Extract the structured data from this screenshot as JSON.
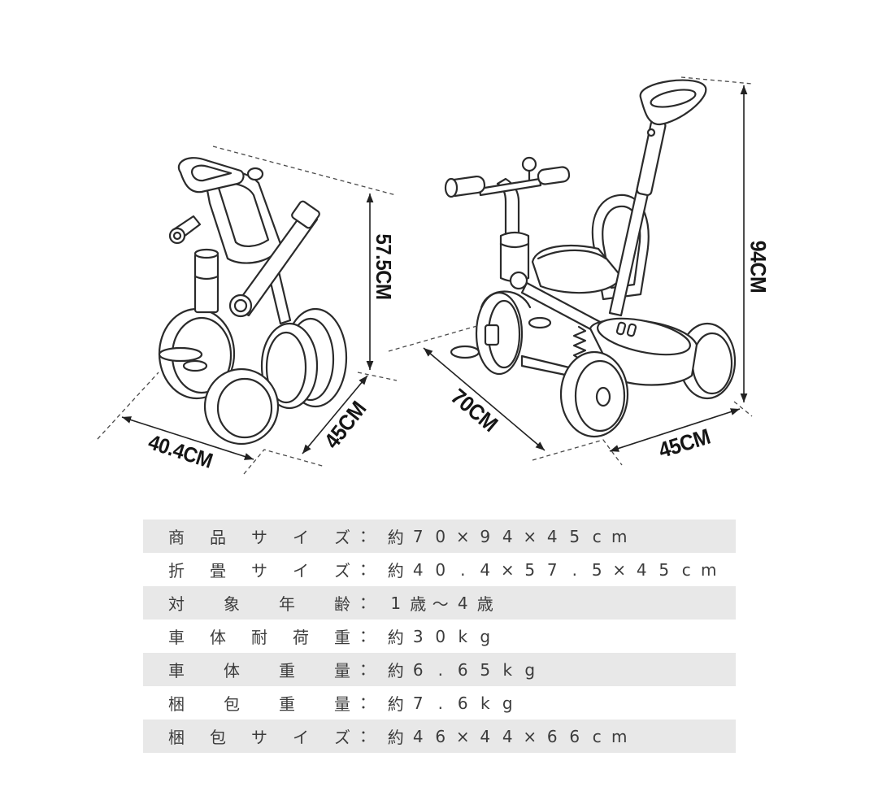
{
  "folded_view": {
    "height_label": "57.5CM",
    "width_label": "40.4CM",
    "depth_label": "45CM"
  },
  "unfolded_view": {
    "height_label": "94CM",
    "length_label": "70CM",
    "width_label": "45CM"
  },
  "spec_separator": "：",
  "specs": [
    {
      "label": "商品サイズ",
      "value": "約70×94×45cm"
    },
    {
      "label": "折畳サイズ",
      "value": "約40.4×57.5×45cm"
    },
    {
      "label": "対象年齢",
      "value": "1歳～4歳"
    },
    {
      "label": "車体耐荷重",
      "value": "約30kg"
    },
    {
      "label": "車体重量",
      "value": "約6.65kg"
    },
    {
      "label": "梱包重量",
      "value": "約7.6kg"
    },
    {
      "label": "梱包サイズ",
      "value": "約46×44×66cm"
    }
  ],
  "colors": {
    "line": "#2b2b2b",
    "row_shade": "#e8e8e8",
    "text": "#3c3c3c"
  }
}
